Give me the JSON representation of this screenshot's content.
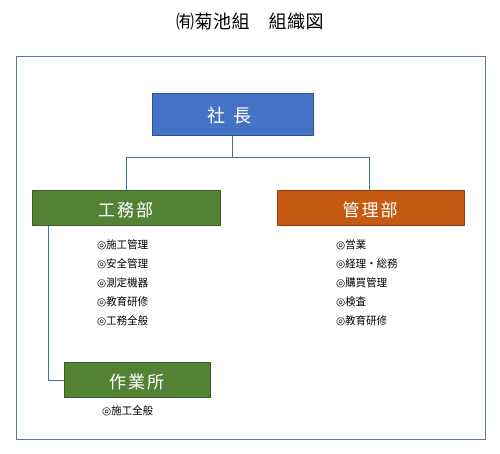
{
  "title": "㈲菊池組　組織図",
  "president": "社長",
  "left_dept": {
    "name": "工務部",
    "items": [
      "◎施工管理",
      "◎安全管理",
      "◎測定機器",
      "◎教育研修",
      "◎工務全般"
    ]
  },
  "right_dept": {
    "name": "管理部",
    "items": [
      "◎営業",
      "◎経理・総務",
      "◎購買管理",
      "◎検査",
      "◎教育研修"
    ]
  },
  "sub_dept": {
    "name": "作業所",
    "items": [
      "◎施工全般"
    ]
  },
  "colors": {
    "president": "#4472c4",
    "construction": "#548235",
    "management": "#c55a11",
    "connector": "#4a6e9a",
    "frame": "#5b7a99"
  }
}
